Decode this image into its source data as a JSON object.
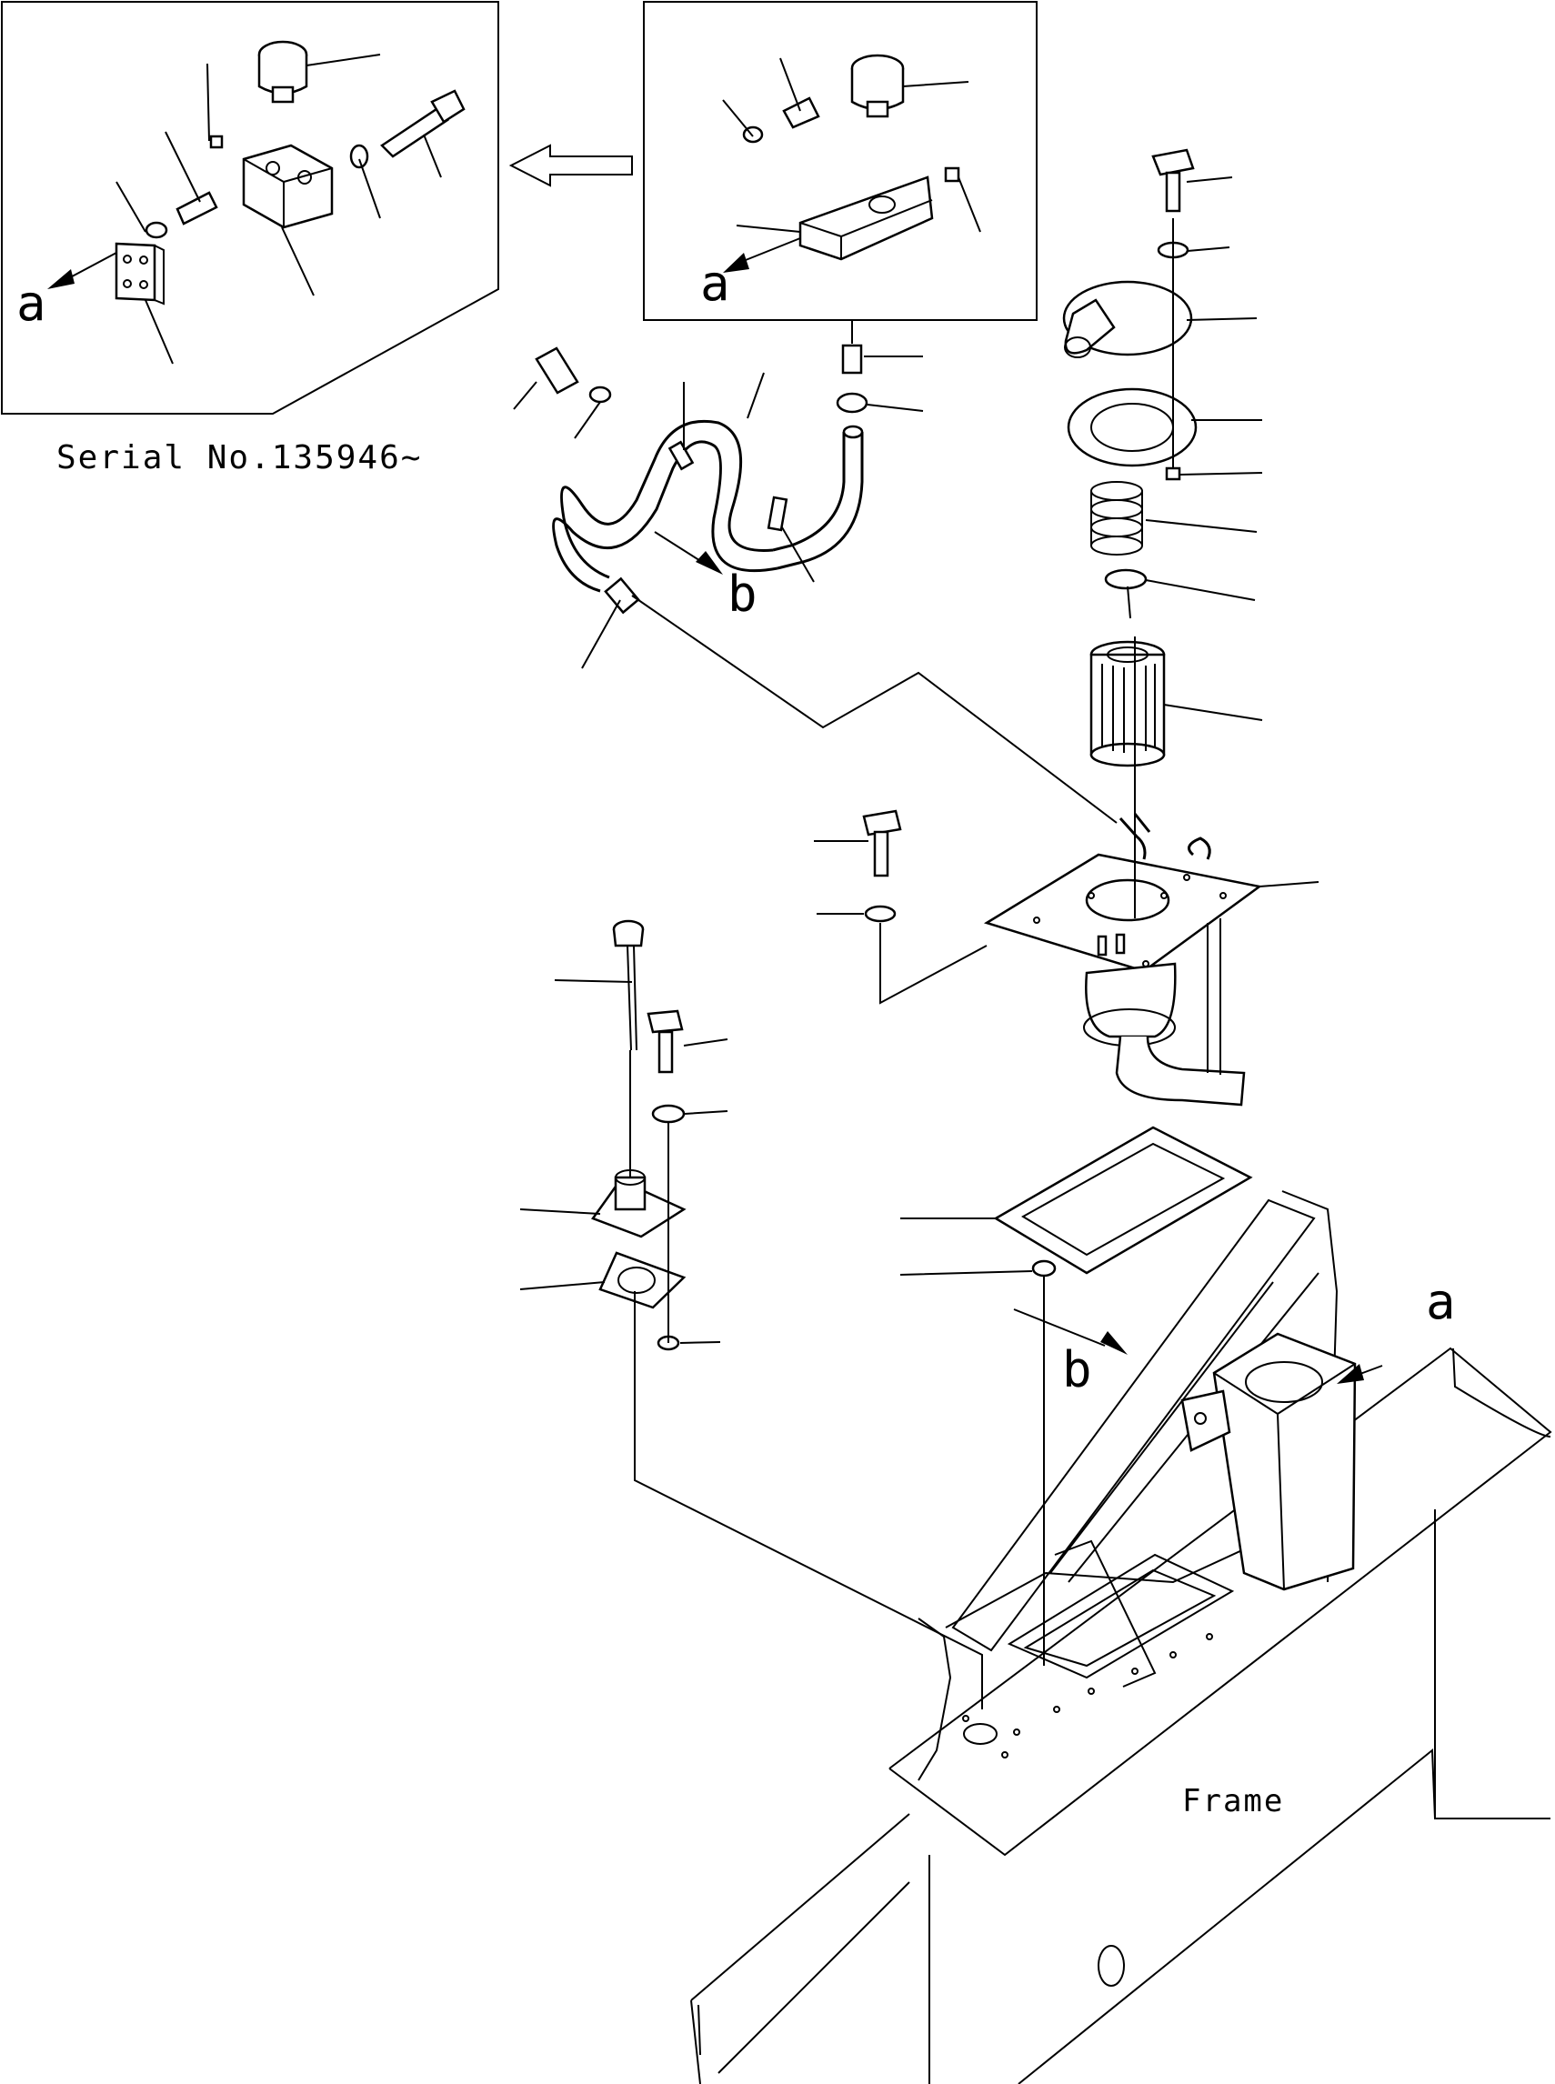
{
  "diagram": {
    "inset_serial": "Serial No.135946~",
    "view_a_labels": [
      "a",
      "a",
      "a"
    ],
    "view_b_labels": [
      "b",
      "b"
    ],
    "frame_label": "Frame"
  }
}
